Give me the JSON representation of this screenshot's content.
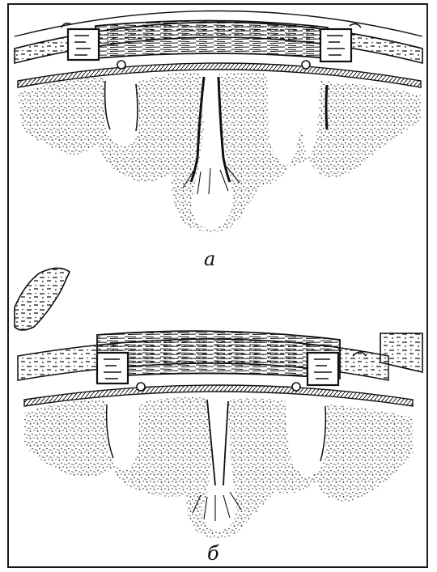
{
  "figure": {
    "panels": [
      {
        "id": "panel-a",
        "caption": "а"
      },
      {
        "id": "panel-b",
        "caption": "б"
      }
    ],
    "colors": {
      "ink": "#111111",
      "paper": "#ffffff"
    }
  }
}
